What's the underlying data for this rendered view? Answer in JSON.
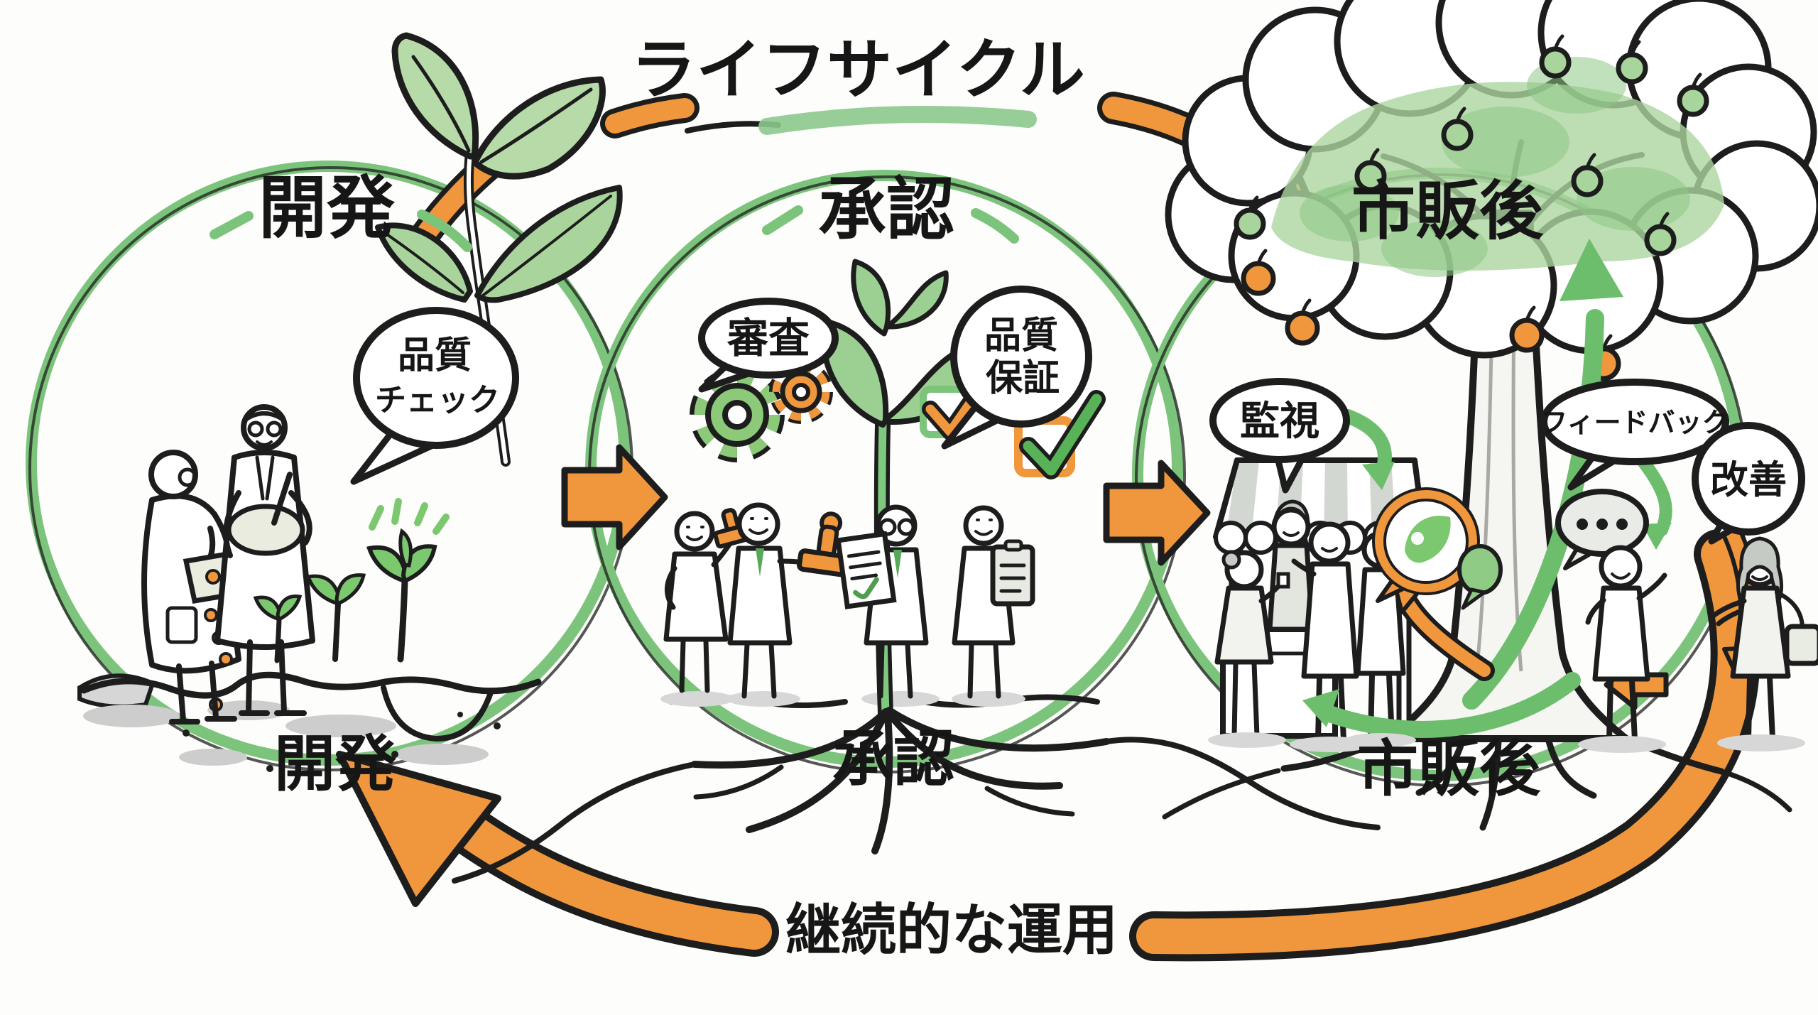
{
  "title": "ライフサイクル",
  "banner": "継続的な運用",
  "stages": {
    "development": {
      "top_label": "開発",
      "bottom_label": "開発",
      "quality_check": {
        "line1": "品質",
        "line2": "チェック"
      }
    },
    "approval": {
      "top_label": "承認",
      "bottom_label": "承認",
      "review": "審査",
      "quality_assurance": {
        "line1": "品質",
        "line2": "保証"
      }
    },
    "post_market": {
      "top_label": "市販後",
      "bottom_label": "市販後",
      "monitoring": "監視",
      "feedback": "フィードバック",
      "improvement": "改善"
    }
  },
  "icons": {
    "green_gear": "gear-icon",
    "orange_gear": "gear-icon",
    "checkbox_orange_check": "checkbox-check-icon",
    "checkbox_green_check": "checkbox-check-icon",
    "leaf_cycle_bubble": "leaf-icon",
    "typing_dots": "ellipsis-icon",
    "sparkle_dashes": "sparkle-icon"
  },
  "colors": {
    "green": "#6cbd6c",
    "circle_green": "#7cc47c",
    "light_green": "#a9d49c",
    "orange": "#f0973d",
    "ink": "#1d1d1d"
  }
}
